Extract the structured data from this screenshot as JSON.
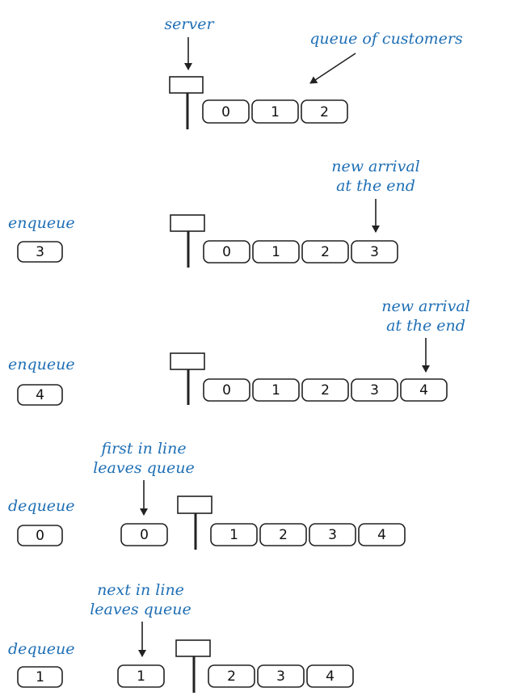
{
  "colors": {
    "label": "#1f6fb5",
    "stroke": "#222222"
  },
  "callouts": {
    "server": "server",
    "queue_of_customers": "queue of customers",
    "new_arrival_1": "new  arrival",
    "new_arrival_2": "at the end",
    "first_in_line_1": "first in line",
    "first_in_line_2": "leaves queue",
    "next_in_line_1": "next in line",
    "next_in_line_2": "leaves queue"
  },
  "steps": [
    {
      "operation": "",
      "operand": "",
      "queue": [
        "0",
        "1",
        "2"
      ]
    },
    {
      "operation": "enqueue",
      "operand": "3",
      "queue": [
        "0",
        "1",
        "2",
        "3"
      ]
    },
    {
      "operation": "enqueue",
      "operand": "4",
      "queue": [
        "0",
        "1",
        "2",
        "3",
        "4"
      ]
    },
    {
      "operation": "dequeue",
      "operand": "0",
      "removed": "0",
      "queue": [
        "1",
        "2",
        "3",
        "4"
      ]
    },
    {
      "operation": "dequeue",
      "operand": "1",
      "removed": "1",
      "queue": [
        "2",
        "3",
        "4"
      ]
    }
  ]
}
